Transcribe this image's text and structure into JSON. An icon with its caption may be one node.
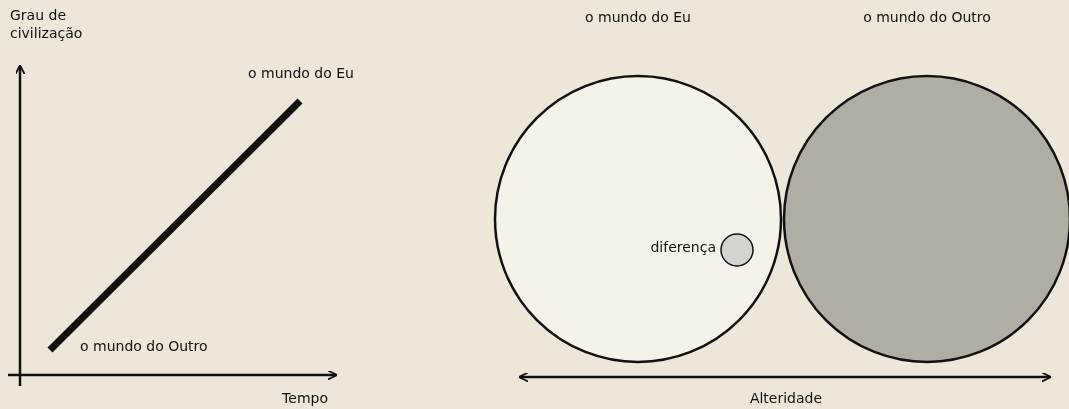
{
  "diagram": {
    "nodes": [
      {
        "text": [
          "o mundo do Eu"
        ]
      },
      {
        "text": [
          "o mundo do Outro"
        ]
      },
      {
        "text": [],
        "shape": "circle",
        "in": 0,
        "beside": [
          "diferença"
        ]
      }
    ],
    "edges": [],
    "labels": [
      "Grau de civilização",
      "o mundo do Eu",
      "o mundo do Outro",
      "Tempo",
      "Alteridade"
    ]
  }
}
